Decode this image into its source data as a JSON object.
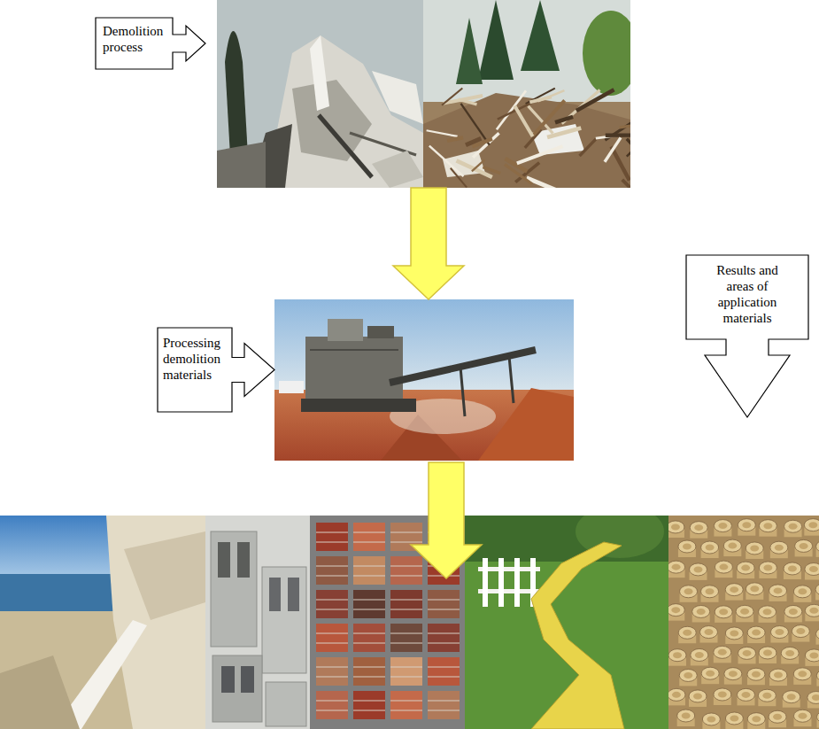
{
  "diagram": {
    "nodes": [
      {
        "text": [
          "Demolition process"
        ]
      },
      {
        "text": [
          "Processing demolition materials"
        ]
      },
      {
        "text": [
          "Results and areas of application materials"
        ]
      }
    ]
  }
}
